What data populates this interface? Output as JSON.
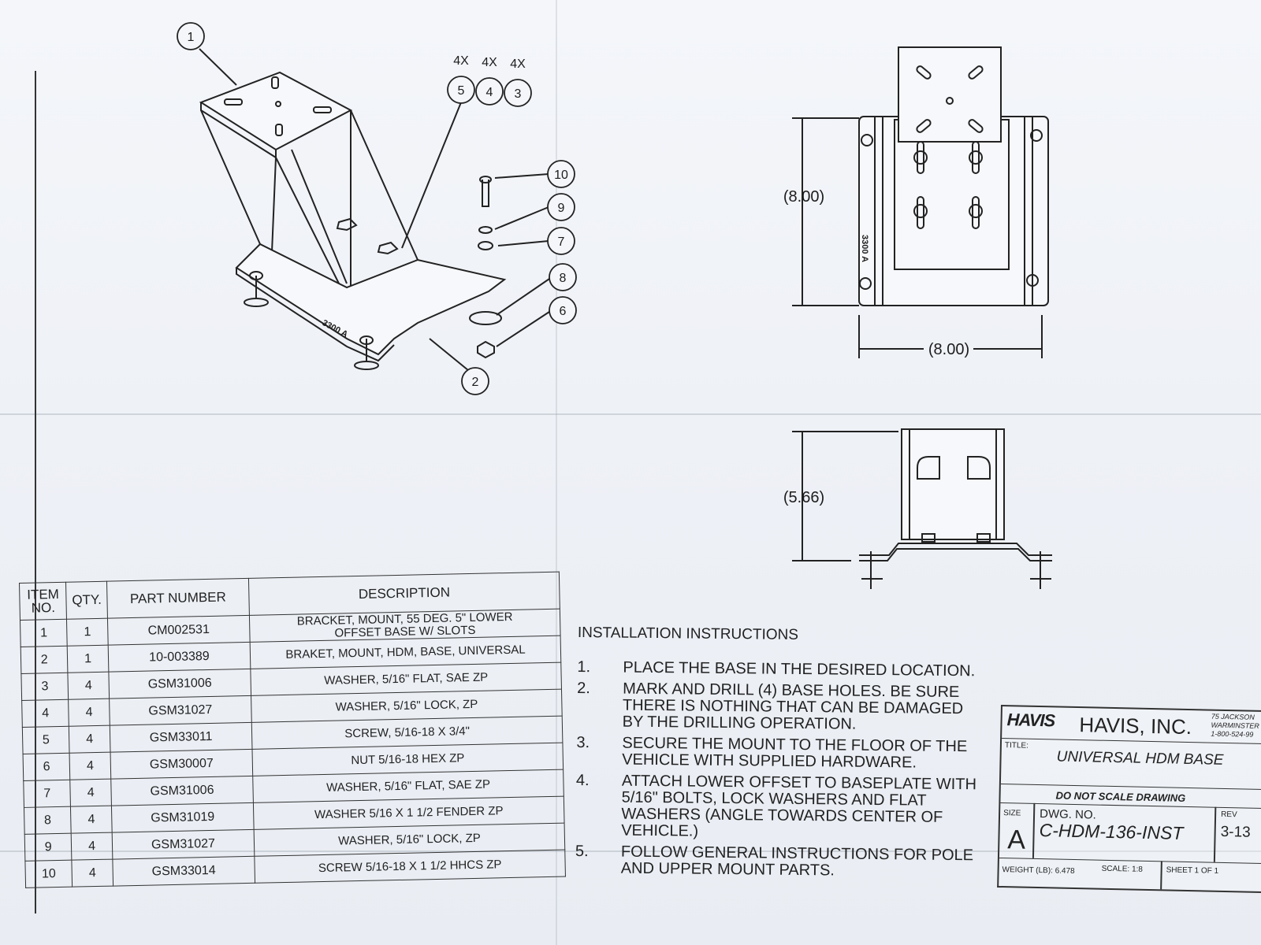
{
  "drawing": {
    "callouts": {
      "c1": "1",
      "c2": "2",
      "c3": "3",
      "c4": "4",
      "c5": "5",
      "c6": "6",
      "c7": "7",
      "c8": "8",
      "c9": "9",
      "c10": "10"
    },
    "qty_4x_a": "4X",
    "qty_4x_b": "4X",
    "qty_4x_c": "4X",
    "dim_height": "(8.00)",
    "dim_width": "(8.00)",
    "dim_side": "(5.66)",
    "part_mark": "3300 A"
  },
  "bom": {
    "headers": {
      "item": "ITEM NO.",
      "qty": "QTY.",
      "part": "PART NUMBER",
      "desc": "DESCRIPTION"
    },
    "rows": [
      {
        "item": "1",
        "qty": "1",
        "part": "CM002531",
        "desc": "BRACKET, MOUNT, 55 DEG. 5\" LOWER OFFSET BASE W/ SLOTS"
      },
      {
        "item": "2",
        "qty": "1",
        "part": "10-003389",
        "desc": "BRAKET, MOUNT, HDM, BASE, UNIVERSAL"
      },
      {
        "item": "3",
        "qty": "4",
        "part": "GSM31006",
        "desc": "WASHER, 5/16\" FLAT, SAE ZP"
      },
      {
        "item": "4",
        "qty": "4",
        "part": "GSM31027",
        "desc": "WASHER, 5/16\" LOCK, ZP"
      },
      {
        "item": "5",
        "qty": "4",
        "part": "GSM33011",
        "desc": "SCREW, 5/16-18 X 3/4\""
      },
      {
        "item": "6",
        "qty": "4",
        "part": "GSM30007",
        "desc": "NUT 5/16-18 HEX ZP"
      },
      {
        "item": "7",
        "qty": "4",
        "part": "GSM31006",
        "desc": "WASHER, 5/16\" FLAT, SAE ZP"
      },
      {
        "item": "8",
        "qty": "4",
        "part": "GSM31019",
        "desc": "WASHER 5/16 X 1 1/2 FENDER ZP"
      },
      {
        "item": "9",
        "qty": "4",
        "part": "GSM31027",
        "desc": "WASHER, 5/16\" LOCK, ZP"
      },
      {
        "item": "10",
        "qty": "4",
        "part": "GSM33014",
        "desc": "SCREW 5/16-18 X 1 1/2 HHCS ZP"
      }
    ]
  },
  "instructions": {
    "title": "INSTALLATION INSTRUCTIONS",
    "steps": [
      {
        "num": "1.",
        "text": "PLACE THE BASE IN THE DESIRED LOCATION."
      },
      {
        "num": "2.",
        "text": "MARK AND DRILL (4) BASE HOLES.  BE SURE THERE IS NOTHING THAT CAN BE DAMAGED BY THE DRILLING OPERATION."
      },
      {
        "num": "3.",
        "text": "SECURE THE MOUNT TO THE FLOOR OF THE VEHICLE WITH SUPPLIED HARDWARE."
      },
      {
        "num": "4.",
        "text": "ATTACH LOWER OFFSET TO BASEPLATE WITH 5/16\" BOLTS, LOCK WASHERS AND FLAT WASHERS (ANGLE TOWARDS CENTER OF VEHICLE.)"
      },
      {
        "num": "5.",
        "text": "FOLLOW GENERAL INSTRUCTIONS FOR POLE AND UPPER MOUNT PARTS."
      }
    ]
  },
  "title_block": {
    "logo": "HAVIS",
    "company": "HAVIS, INC.",
    "address_1": "75 JACKSON",
    "address_2": "WARMINSTER",
    "address_3": "1-800-524-99",
    "title_label": "TITLE:",
    "drawing_title": "UNIVERSAL HDM BASE",
    "do_not_scale": "DO NOT SCALE DRAWING",
    "size_label": "SIZE",
    "size": "A",
    "dwg_no_label": "DWG.  NO.",
    "dwg_no": "C-HDM-136-INST",
    "rev_label": "REV",
    "rev": "3-13",
    "weight_label": "WEIGHT (LB):",
    "weight": "6.478",
    "scale_label": "SCALE: 1:8",
    "sheet_label": "SHEET 1 OF 1"
  }
}
